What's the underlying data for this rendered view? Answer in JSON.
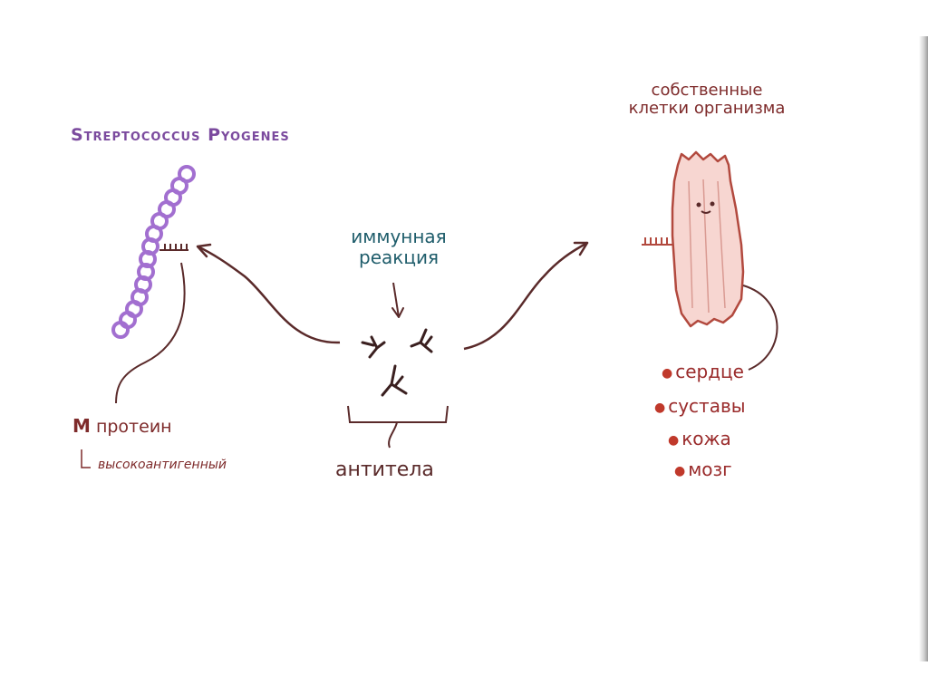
{
  "labels": {
    "streptococcus": "Streptococcus Pyogenes",
    "immune_reaction": [
      "иммунная",
      "реакция"
    ],
    "own_cells": [
      "собственные",
      "клетки организма"
    ],
    "m_protein": {
      "letter": "M",
      "word": "протеин"
    },
    "high_antigenic": "высокоантигенный",
    "antibodies": "антитела"
  },
  "organs": [
    "сердце",
    "суставы",
    "кожа",
    "мозг"
  ],
  "colors": {
    "bacteria": "#a26fd0",
    "strep_title": "#7b4a9e",
    "immune_title": "#1f5d6b",
    "text_dark_red": "#7e2b2b",
    "cell_fill": "#f7d6d1",
    "cell_outline": "#b2493e",
    "arrows": "#5a2a2a"
  }
}
